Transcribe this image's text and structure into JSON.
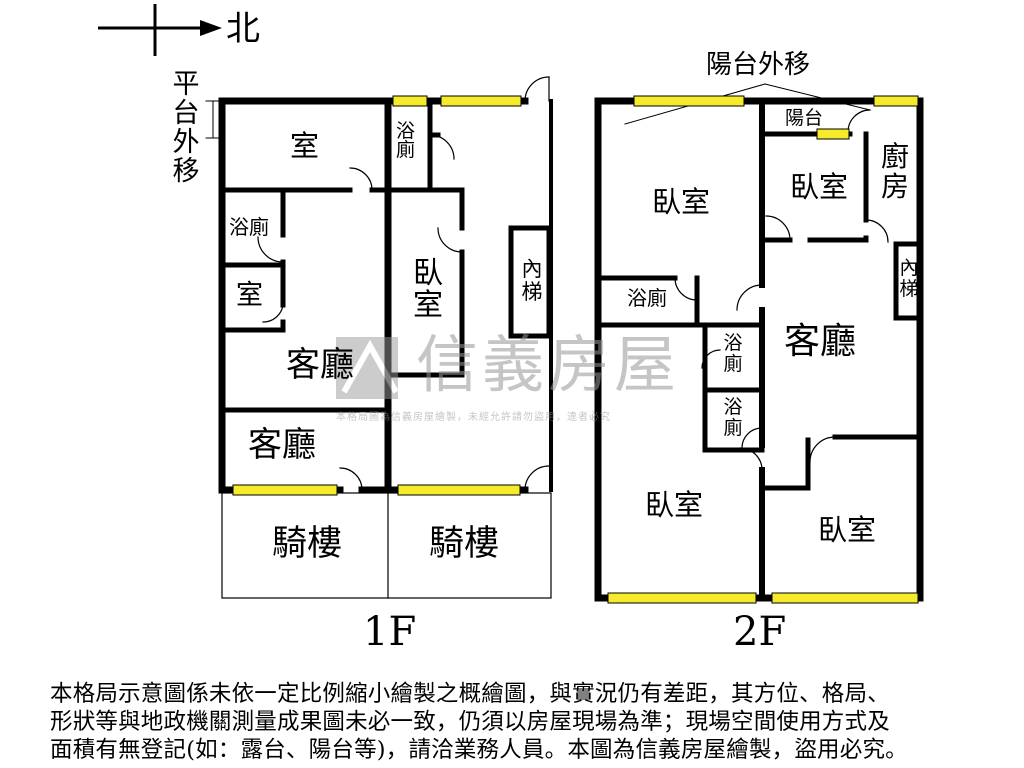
{
  "compass": {
    "north_label": "北",
    "arrow_icon": "north-arrow-icon"
  },
  "floor1": {
    "title": "1F",
    "platform_note": "平台外移",
    "rooms": {
      "room_top": "室",
      "bath_top": "浴廁",
      "bath_left": "浴廁",
      "room_small": "室",
      "living_1": "客廳",
      "living_2": "客廳",
      "bedroom": "臥室",
      "stair": "內梯",
      "arcade_left": "騎樓",
      "arcade_right": "騎樓"
    }
  },
  "floor2": {
    "title": "2F",
    "balcony_note": "陽台外移",
    "rooms": {
      "bedroom_nw": "臥室",
      "balcony": "陽台",
      "bedroom_small": "臥室",
      "kitchen": "廚房",
      "stair": "內梯",
      "bath_left": "浴廁",
      "living": "客廳",
      "bath_mid_1": "浴廁",
      "bath_mid_2": "浴廁",
      "bedroom_sw": "臥室",
      "bedroom_se": "臥室"
    }
  },
  "watermark": {
    "brand": "信義房屋",
    "fine_print": "本格局圖為信義房屋繪製，未經允許請勿盜用，違者必究"
  },
  "disclaimer": {
    "lines": [
      "本格局示意圖係未依一定比例縮小繪製之概繪圖，與實況仍有差距，其方位、格局、",
      "形狀等與地政機關測量成果圖未必一致，仍須以房屋現場為準；現場空間使用方式及",
      "面積有無登記(如：露台、陽台等)，請洽業務人員。本圖為信義房屋繪製，盜用必究。"
    ]
  },
  "colors": {
    "wall": "#000000",
    "window": "#f5ea2c",
    "watermark": "#a0a0a0"
  }
}
